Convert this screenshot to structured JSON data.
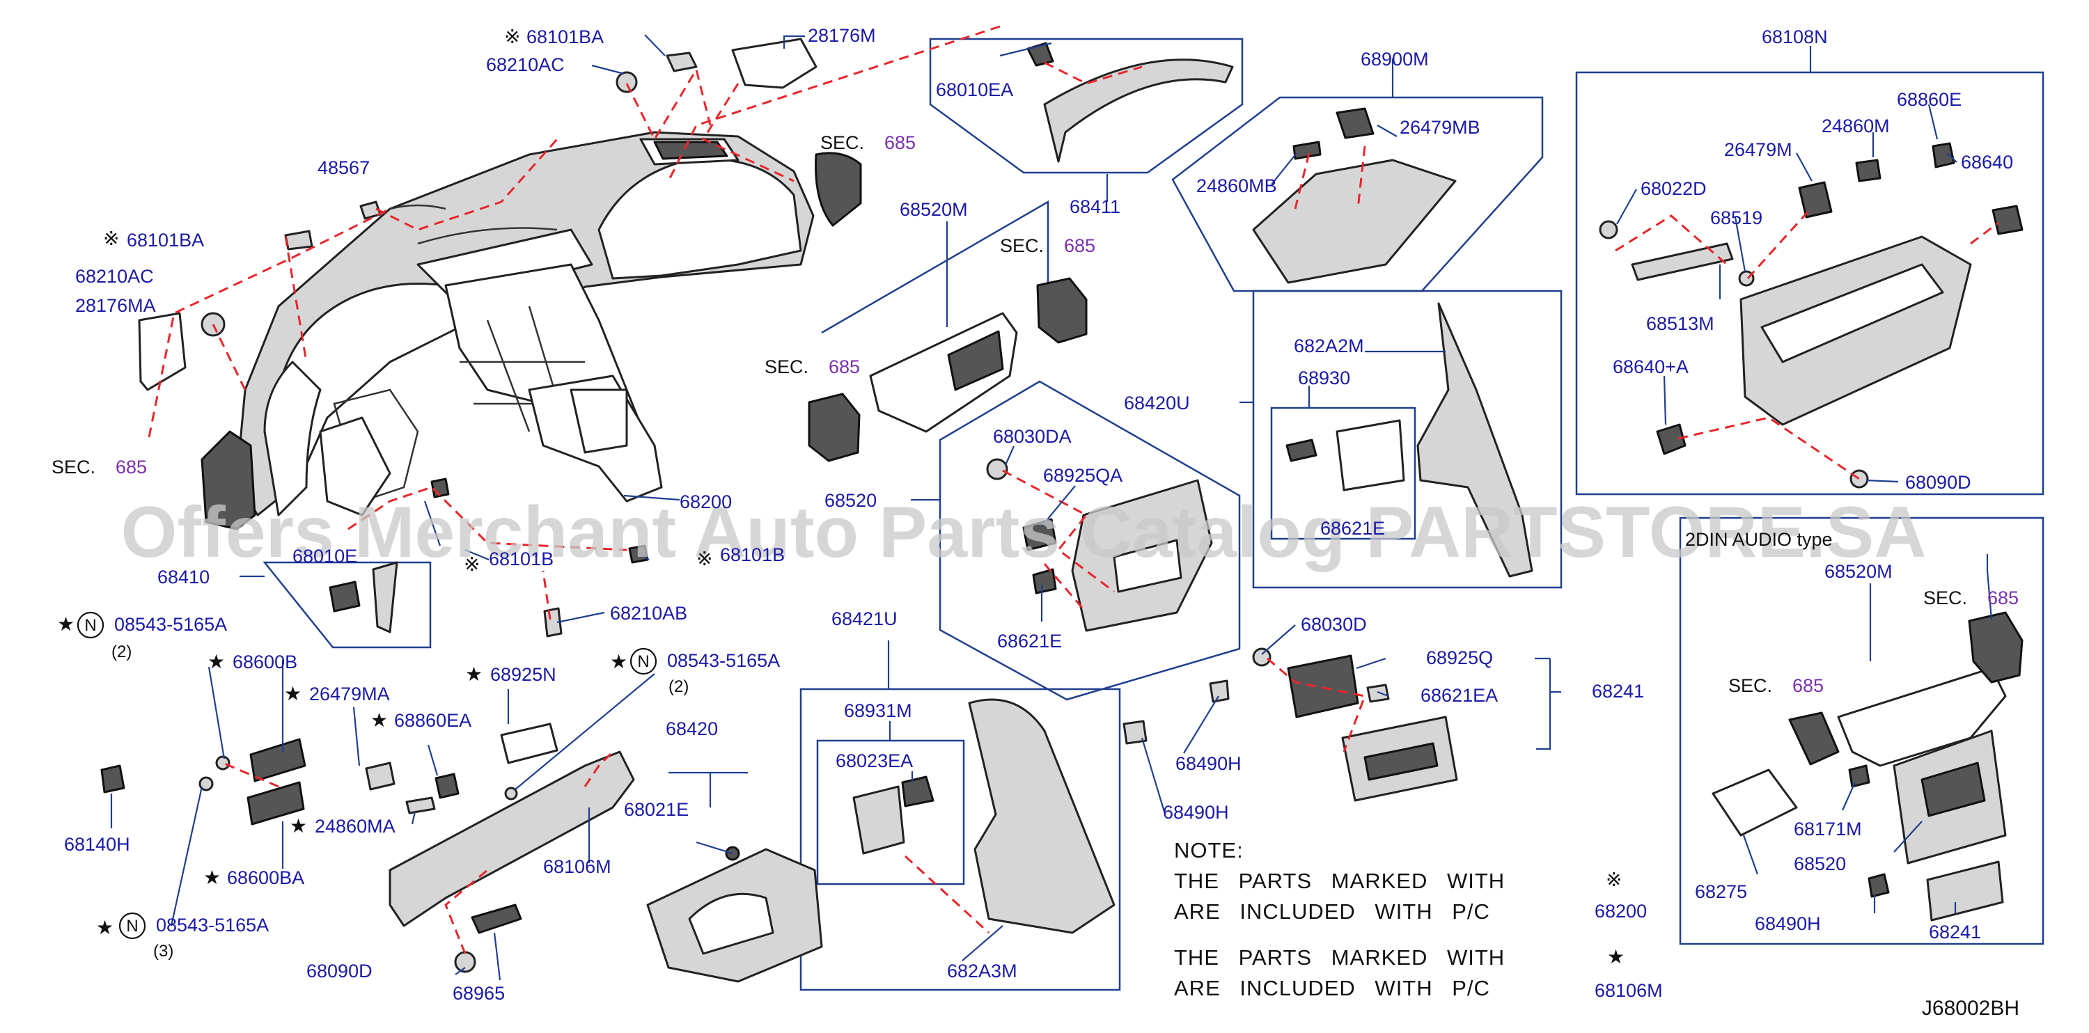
{
  "watermark": "Offers Merchant Auto Parts Catalog PARTSTORE.SA",
  "diagram_id": "J68002BH",
  "colors": {
    "label_blue": "#1a1aa8",
    "section_purple": "#7a2fb0",
    "leader_blue": "#1f3f8f",
    "dash_red": "#e8262b",
    "watermark_grey": "#c9c9c9"
  },
  "markers": {
    "asterisk": "※",
    "star": "★",
    "circle_n": "N"
  },
  "labels": {
    "p68101BA_top": "68101BA",
    "p68210AC_top": "68210AC",
    "p28176M": "28176M",
    "p48567": "48567",
    "p68101BA_left": "68101BA",
    "p68210AC_left": "68210AC",
    "p28176MA": "28176MA",
    "p68010EA": "68010EA",
    "p68411": "68411",
    "p68900M": "68900M",
    "p26479MB": "26479MB",
    "p24860MB": "24860MB",
    "p68108N": "68108N",
    "p68860E": "68860E",
    "p24860M": "24860M",
    "p26479M": "26479M",
    "p68640": "68640",
    "p68022D": "68022D",
    "p68519": "68519",
    "p68513M": "68513M",
    "p68640A": "68640+A",
    "p68090D_right": "68090D",
    "p68520M": "68520M",
    "p682A2M": "682A2M",
    "p68930": "68930",
    "p68420U": "68420U",
    "p68621E_box": "68621E",
    "p68030DA": "68030DA",
    "p68925QA": "68925QA",
    "p68520": "68520",
    "p68621E": "68621E",
    "p68200": "68200",
    "p68410": "68410",
    "p68010E": "68010E",
    "p68101B_a": "68101B",
    "p68101B_b": "68101B",
    "p68210AB": "68210AB",
    "p08543_a": "08543-5165A",
    "p08543_b": "08543-5165A",
    "p08543_c": "08543-5165A",
    "p68600B": "68600B",
    "p68600BA": "68600BA",
    "p26479MA": "26479MA",
    "p68860EA": "68860EA",
    "p24860MA": "24860MA",
    "p68925N": "68925N",
    "p68106M": "68106M",
    "p68140H": "68140H",
    "p68090D": "68090D",
    "p68965": "68965",
    "p68420": "68420",
    "p68021E": "68021E",
    "p68421U": "68421U",
    "p68931M": "68931M",
    "p68023EA": "68023EA",
    "p682A3M": "682A3M",
    "p68030D": "68030D",
    "p68925Q": "68925Q",
    "p68621EA": "68621EA",
    "p68241": "68241",
    "p68490H_a": "68490H",
    "p68490H_b": "68490H",
    "i_68520M": "68520M",
    "i_68171M": "68171M",
    "i_68520": "68520",
    "i_68275": "68275",
    "i_68490H": "68490H",
    "i_68241": "68241"
  },
  "qty": {
    "a": "(2)",
    "b": "(2)",
    "c": "(3)"
  },
  "sections": {
    "sec_word": "SEC.",
    "number": "685"
  },
  "inset_title": "2DIN AUDIO type",
  "note": {
    "heading": "NOTE:",
    "line1": "THE PARTS MARKED WITH",
    "line2": "ARE INCLUDED WITH P/C",
    "ref1": "68200",
    "ref2": "68106M"
  }
}
